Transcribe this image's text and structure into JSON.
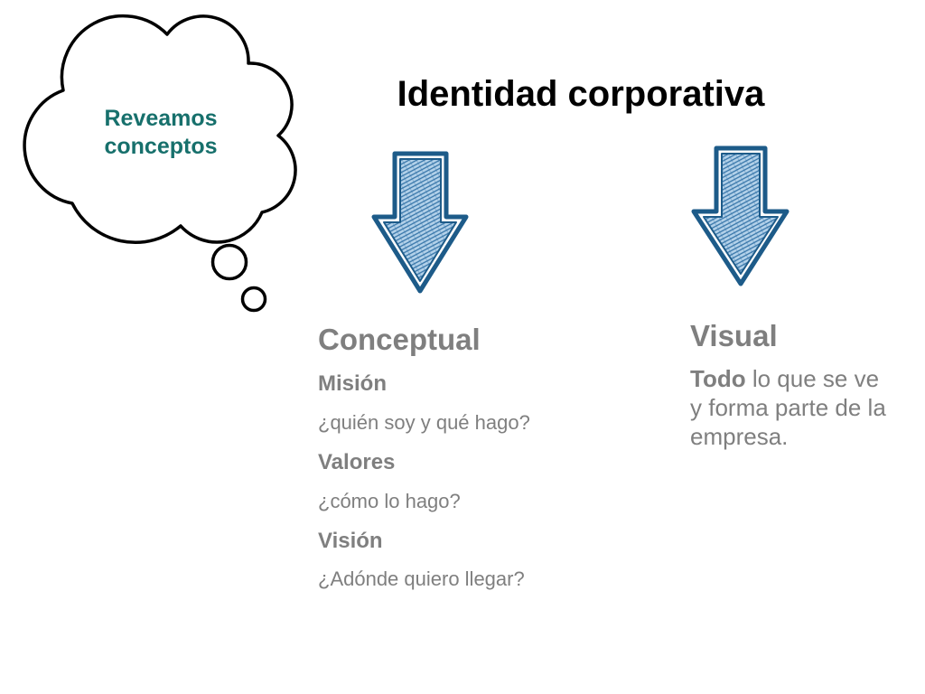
{
  "slide": {
    "title": "Identidad corporativa"
  },
  "thought_bubble": {
    "text": "Reveamos conceptos",
    "icon": "thought-cloud-icon"
  },
  "conceptual": {
    "heading": "Conceptual",
    "arrow_icon": "down-arrow-icon",
    "items": [
      {
        "label": "Misión",
        "question": "¿quién soy y qué hago?"
      },
      {
        "label": "Valores",
        "question": "¿cómo lo hago?"
      },
      {
        "label": "Visión",
        "question": "¿Adónde quiero llegar?"
      }
    ]
  },
  "visual": {
    "heading": "Visual",
    "arrow_icon": "down-arrow-icon",
    "description_bold": "Todo",
    "description_rest": " lo que se ve y forma parte de la empresa."
  },
  "colors": {
    "background": "#ffffff",
    "title": "#000000",
    "text_gray": "#7f7f7f",
    "bubble_text": "#17706c",
    "bubble_outline": "#000000",
    "arrow_outline": "#1d5b89",
    "arrow_fill": "#b4d2ea",
    "arrow_hatch": "#3574a8"
  }
}
